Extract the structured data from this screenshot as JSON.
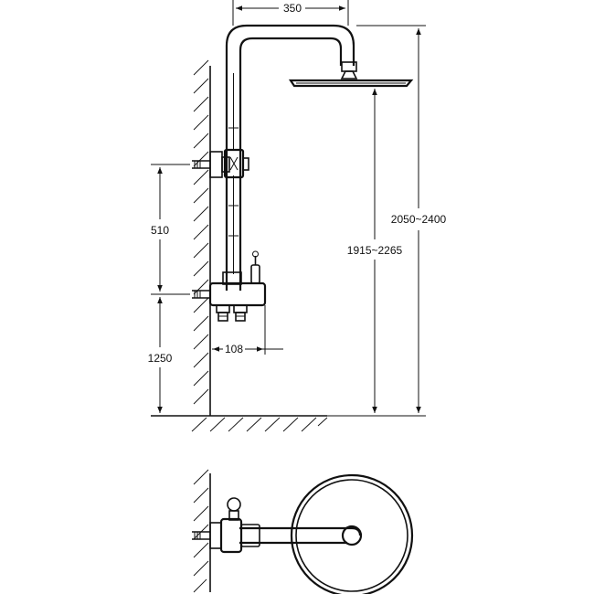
{
  "dimensions": {
    "arm_length": "350",
    "total_height": "2050~2400",
    "head_height": "1915~2265",
    "bracket_spacing": "510",
    "valve_height": "1250",
    "wall_offset": "108"
  },
  "colors": {
    "line": "#111111",
    "background": "#ffffff"
  }
}
